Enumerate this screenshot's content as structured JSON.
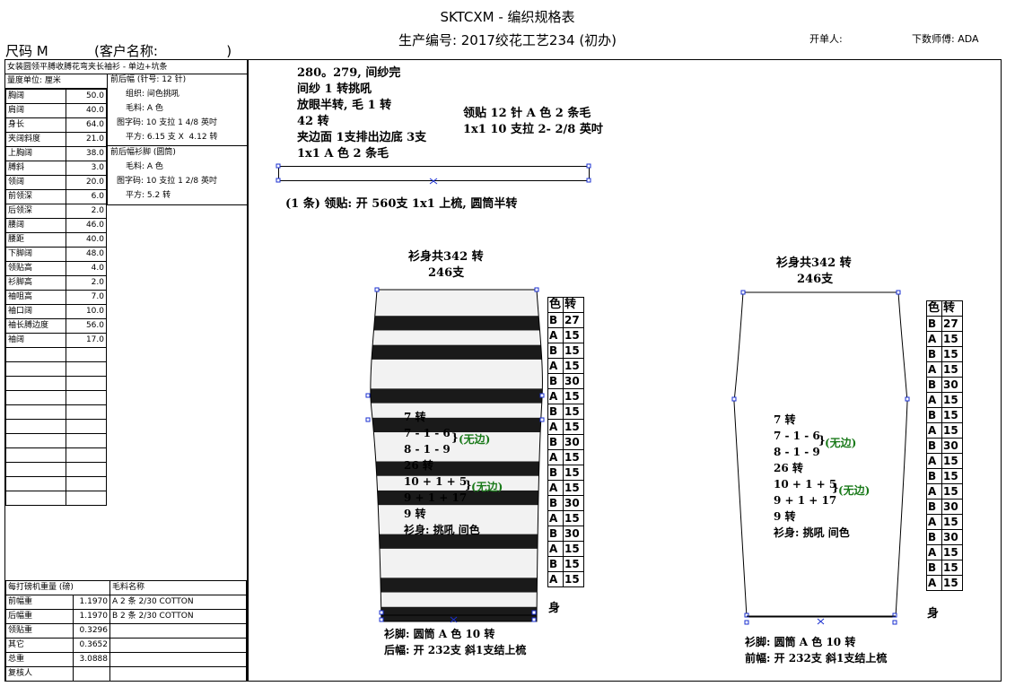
{
  "header": {
    "title": "SKTCXM - 编织规格表",
    "subtitle": "生产编号: 2017绞花工艺234 (初办)",
    "issuer_label": "开单人:",
    "master_label": "下数师傅: ADA",
    "size_label": "尺码  M",
    "client_label": "(客户名称:                )"
  },
  "left": {
    "desc": "女装圆领平膊收膊花弯夹长袖衫 - 单边+坑条",
    "unit": "量度单位: 厘米",
    "measurements": [
      {
        "name": "胸阔",
        "value": "50.0"
      },
      {
        "name": "肩阔",
        "value": "40.0"
      },
      {
        "name": "身长",
        "value": "64.0"
      },
      {
        "name": "夹阔斜度",
        "value": "21.0"
      },
      {
        "name": "上胸阔",
        "value": "38.0"
      },
      {
        "name": "膊斜",
        "value": "3.0"
      },
      {
        "name": "领阔",
        "value": "20.0"
      },
      {
        "name": "前领深",
        "value": "6.0"
      },
      {
        "name": "后领深",
        "value": "2.0"
      },
      {
        "name": "腰阔",
        "value": "46.0"
      },
      {
        "name": "腰距",
        "value": "40.0"
      },
      {
        "name": "下脚阔",
        "value": "48.0"
      },
      {
        "name": "领贴高",
        "value": "4.0"
      },
      {
        "name": "衫脚高",
        "value": "2.0"
      },
      {
        "name": "袖咀高",
        "value": "7.0"
      },
      {
        "name": "袖口阔",
        "value": "10.0"
      },
      {
        "name": "袖长膊边度",
        "value": "56.0"
      },
      {
        "name": "袖阔",
        "value": "17.0"
      }
    ],
    "front_back_title": "前后幅 (针号: 12 针)",
    "fb_lines": [
      "组织: 间色挑吼",
      "毛料: A 色",
      "图字码: 10 支拉 1 4/8 英吋",
      "平方: 6.15 支 X  4.12 转"
    ],
    "fb_hem_title": "前后幅衫脚 (圆筒)",
    "hem_lines": [
      "毛料: A 色",
      "图字码: 10 支拉 1 2/8 英吋",
      "平方: 5.2 转"
    ],
    "bottom_header": [
      "每打磅机重量 (磅)",
      "毛料名称"
    ],
    "bottom_rows": [
      {
        "name": "前幅重",
        "value": "1.1970",
        "yarn": "A  2 条 2/30 COTTON"
      },
      {
        "name": "后幅重",
        "value": "1.1970",
        "yarn": "B  2 条 2/30 COTTON"
      },
      {
        "name": "领贴重",
        "value": "0.3296",
        "yarn": ""
      },
      {
        "name": "其它",
        "value": "0.3652",
        "yarn": ""
      },
      {
        "name": "总重",
        "value": "3.0888",
        "yarn": ""
      },
      {
        "name": "复核人",
        "value": "",
        "yarn": ""
      }
    ]
  },
  "collar": {
    "lines": [
      "280。279, 间纱完",
      "间纱 1 转挑吼",
      "放眼半转, 毛 1 转",
      "42 转",
      "夹边面 1支排出边底 3支",
      "1x1   A 色 2 条毛"
    ],
    "right_lines": [
      "领贴  12 针 A 色 2 条毛",
      "1x1   10 支拉 2- 2/8 英吋"
    ],
    "caption": "(1 条) 领贴: 开 560支 1x1 上梳, 圆筒半转"
  },
  "back_panel": {
    "top1": "衫身共342 转",
    "top2": "246支",
    "ann": [
      "7 转",
      "7 - 1 - 6",
      "8 - 1 - 9",
      "26 转",
      "10 + 1 + 5",
      "9 + 1 + 17",
      "9 转",
      "衫身: 挑吼 间色"
    ],
    "wubian": "(无边)",
    "foot1": "衫脚: 圆筒   A 色 10 转",
    "foot2": "后幅: 开 232支 斜1支结上梳"
  },
  "front_panel": {
    "top1": "衫身共342 转",
    "top2": "246支",
    "ann": [
      "7 转",
      "7 - 1 - 6",
      "8 - 1 - 9",
      "26 转",
      "10 + 1 + 5",
      "9 + 1 + 17",
      "9 转",
      "衫身: 挑吼 间色"
    ],
    "wubian": "(无边)",
    "foot1": "衫脚: 圆筒   A 色 10 转",
    "foot2": "前幅: 开 232支 斜1支结上梳"
  },
  "color_table": {
    "header": [
      "色",
      "转"
    ],
    "rows": [
      [
        "B",
        "27"
      ],
      [
        "A",
        "15"
      ],
      [
        "B",
        "15"
      ],
      [
        "A",
        "15"
      ],
      [
        "B",
        "30"
      ],
      [
        "A",
        "15"
      ],
      [
        "B",
        "15"
      ],
      [
        "A",
        "15"
      ],
      [
        "B",
        "30"
      ],
      [
        "A",
        "15"
      ],
      [
        "B",
        "15"
      ],
      [
        "A",
        "15"
      ],
      [
        "B",
        "30"
      ],
      [
        "A",
        "15"
      ],
      [
        "B",
        "30"
      ],
      [
        "A",
        "15"
      ],
      [
        "B",
        "15"
      ],
      [
        "A",
        "15"
      ]
    ],
    "footer": "身"
  },
  "colors": {
    "stripe_dark": "#1a1a1a",
    "stripe_light": "#f2f2f2",
    "handle": "#1a2fd0",
    "green": "#1a7a1a"
  }
}
